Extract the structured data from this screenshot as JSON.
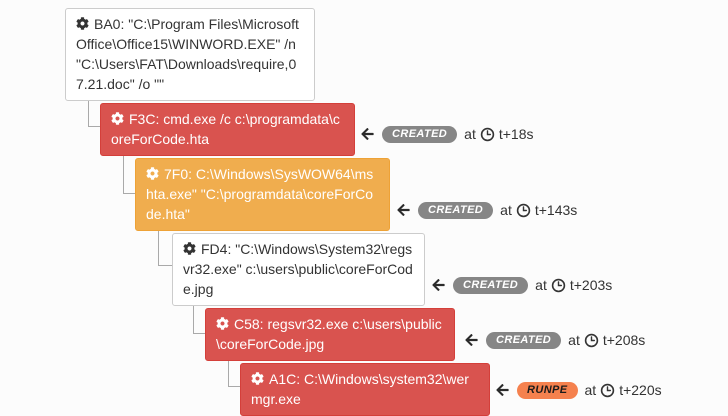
{
  "diagram": {
    "kind": "process-tree",
    "colors": {
      "danger_bg": "#d9534f",
      "danger_border": "#d43f3a",
      "warning_bg": "#f0ad4e",
      "warning_border": "#eea236",
      "plain_bg": "#ffffff",
      "plain_border": "#cccccc",
      "created_badge_bg": "#868686",
      "runpe_badge_bg": "#f5814e",
      "connector": "#a9a9a9"
    },
    "icons": {
      "gear": "process cog glyph",
      "arrow_left": "solid left arrow",
      "clock": "outlined clock face"
    },
    "nodes": [
      {
        "pid": "BA0",
        "severity": "plain",
        "command": "BA0: \"C:\\Program Files\\Microsoft Office\\Office15\\WINWORD.EXE\" /n \"C:\\Users\\FAT\\Downloads\\require,07.21.doc\" /o \"\""
      },
      {
        "pid": "F3C",
        "severity": "danger",
        "command": "F3C: cmd.exe /c c:\\programdata\\coreForCode.hta",
        "event": {
          "badge": "CREATED",
          "at_label": "at",
          "time": "t+18s"
        }
      },
      {
        "pid": "7F0",
        "severity": "warning",
        "command": "7F0: C:\\Windows\\SysWOW64\\mshta.exe\" \"C:\\programdata\\coreForCode.hta\"",
        "event": {
          "badge": "CREATED",
          "at_label": "at",
          "time": "t+143s"
        }
      },
      {
        "pid": "FD4",
        "severity": "plain",
        "command": "FD4: \"C:\\Windows\\System32\\regsvr32.exe\" c:\\users\\public\\coreForCode.jpg",
        "event": {
          "badge": "CREATED",
          "at_label": "at",
          "time": "t+203s"
        }
      },
      {
        "pid": "C58",
        "severity": "danger",
        "command": "C58: regsvr32.exe c:\\users\\public\\coreForCode.jpg",
        "event": {
          "badge": "CREATED",
          "at_label": "at",
          "time": "t+208s"
        }
      },
      {
        "pid": "A1C",
        "severity": "danger",
        "command": "A1C: C:\\Windows\\system32\\wermgr.exe",
        "event": {
          "badge": "RUNPE",
          "at_label": "at",
          "time": "t+220s"
        }
      }
    ]
  }
}
